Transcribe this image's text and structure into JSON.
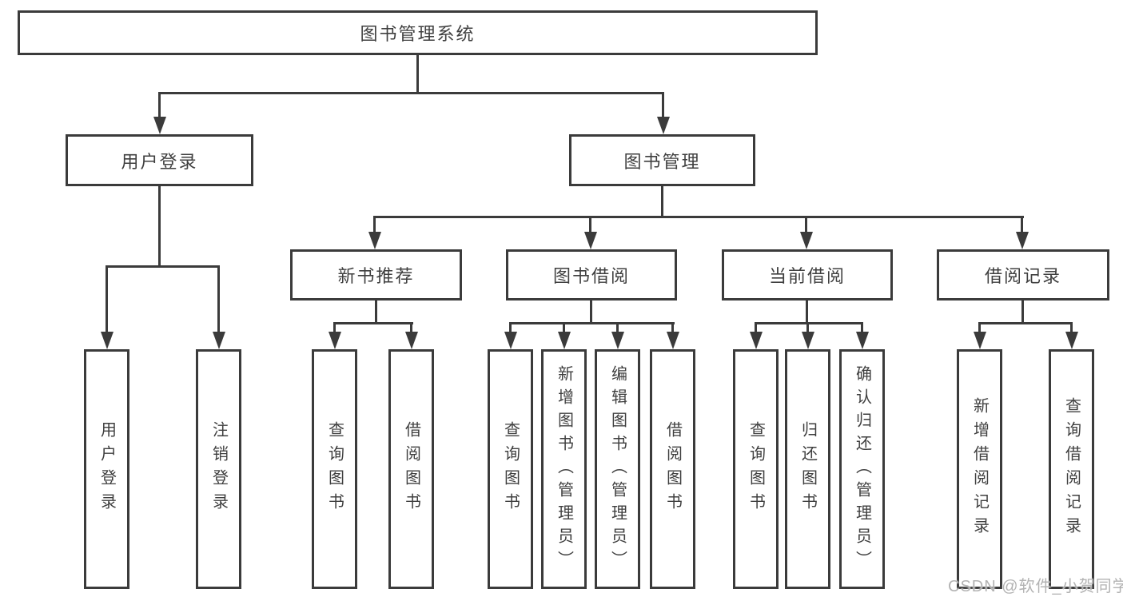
{
  "tree": {
    "root": {
      "label": "图书管理系统",
      "children": [
        {
          "label": "用户登录",
          "children": [
            {
              "label": "用户登录"
            },
            {
              "label": "注销登录"
            }
          ]
        },
        {
          "label": "图书管理",
          "children": [
            {
              "label": "新书推荐",
              "children": [
                {
                  "label": "查询图书"
                },
                {
                  "label": "借阅图书"
                }
              ]
            },
            {
              "label": "图书借阅",
              "children": [
                {
                  "label": "查询图书"
                },
                {
                  "label": "新增图书（管理员）"
                },
                {
                  "label": "编辑图书（管理员）"
                },
                {
                  "label": "借阅图书"
                }
              ]
            },
            {
              "label": "当前借阅",
              "children": [
                {
                  "label": "查询图书"
                },
                {
                  "label": "归还图书"
                },
                {
                  "label": "确认归还（管理员）"
                }
              ]
            },
            {
              "label": "借阅记录",
              "children": [
                {
                  "label": "新增借阅记录"
                },
                {
                  "label": "查询借阅记录"
                }
              ]
            }
          ]
        }
      ]
    }
  },
  "watermark": {
    "text": "CSDN @软件_小贺同学"
  },
  "colors": {
    "line": "#3b3b3b",
    "text": "#3f3f3f",
    "background": "#ffffff",
    "watermark": "#b3b3b3"
  }
}
